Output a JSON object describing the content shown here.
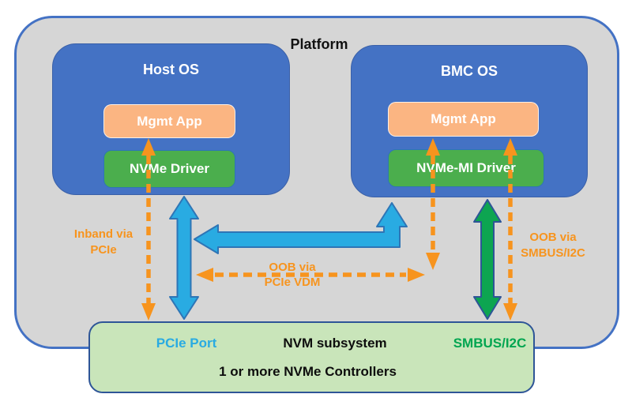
{
  "platform": {
    "label": "Platform"
  },
  "host_os": {
    "title": "Host OS",
    "mgmt_app_label": "Mgmt App",
    "driver_label": "NVMe Driver"
  },
  "bmc_os": {
    "title": "BMC OS",
    "mgmt_app_label": "Mgmt App",
    "driver_label": "NVMe-MI Driver"
  },
  "nvm_subsystem": {
    "pcie_port_label": "PCIe Port",
    "title": "NVM subsystem",
    "smbus_label": "SMBUS/I2C",
    "controllers_label": "1 or more NVMe Controllers"
  },
  "connections": {
    "inband_pcie": {
      "line1": "Inband via",
      "line2": "PCIe"
    },
    "oob_pcie_vdm": {
      "line1": "OOB via",
      "line2": "PCIe VDM"
    },
    "oob_smbus": {
      "line1": "OOB via",
      "line2": "SMBUS/I2C"
    }
  },
  "colors": {
    "platform_fill": "#d6d6d6",
    "platform_border": "#4472c4",
    "os_box_fill": "#4472c4",
    "mgmt_app_fill": "#fbb582",
    "driver_fill": "#4bae4d",
    "nvm_fill": "#c9e5ba",
    "nvm_border": "#2e5597",
    "orange_accent": "#f7941e",
    "pcie_arrow_blue": "#29abe2",
    "smbus_arrow_green": "#0da551",
    "pcie_port_text": "#29abe2",
    "smbus_text": "#00a550"
  }
}
